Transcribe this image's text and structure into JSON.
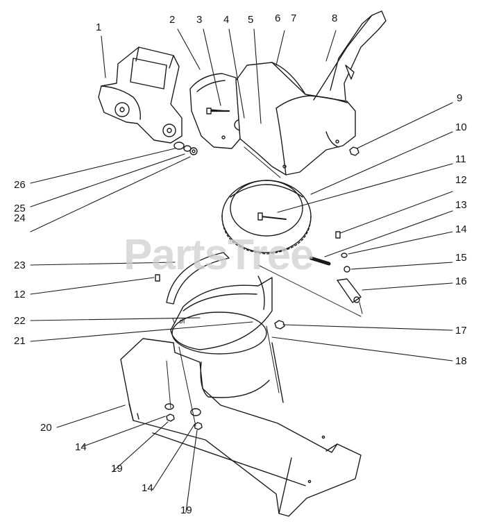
{
  "watermark": "PartsTree",
  "chute_marking": "V  ∂l",
  "callouts": [
    {
      "id": "c1",
      "text": "1"
    },
    {
      "id": "c2",
      "text": "2"
    },
    {
      "id": "c3",
      "text": "3"
    },
    {
      "id": "c4",
      "text": "4"
    },
    {
      "id": "c5",
      "text": "5"
    },
    {
      "id": "c6",
      "text": "6"
    },
    {
      "id": "c7",
      "text": "7"
    },
    {
      "id": "c8",
      "text": "8"
    },
    {
      "id": "c9",
      "text": "9"
    },
    {
      "id": "c10",
      "text": "10"
    },
    {
      "id": "c11",
      "text": "11"
    },
    {
      "id": "c12a",
      "text": "12"
    },
    {
      "id": "c13",
      "text": "13"
    },
    {
      "id": "c14a",
      "text": "14"
    },
    {
      "id": "c15",
      "text": "15"
    },
    {
      "id": "c16",
      "text": "16"
    },
    {
      "id": "c17",
      "text": "17"
    },
    {
      "id": "c18",
      "text": "18"
    },
    {
      "id": "c26",
      "text": "26"
    },
    {
      "id": "c25",
      "text": "25"
    },
    {
      "id": "c24",
      "text": "24"
    },
    {
      "id": "c23",
      "text": "23"
    },
    {
      "id": "c12b",
      "text": "12"
    },
    {
      "id": "c22",
      "text": "22"
    },
    {
      "id": "c21",
      "text": "21"
    },
    {
      "id": "c20",
      "text": "20"
    },
    {
      "id": "c14b",
      "text": "14"
    },
    {
      "id": "c19a",
      "text": "19"
    },
    {
      "id": "c14c",
      "text": "14"
    },
    {
      "id": "c19b",
      "text": "19"
    }
  ]
}
